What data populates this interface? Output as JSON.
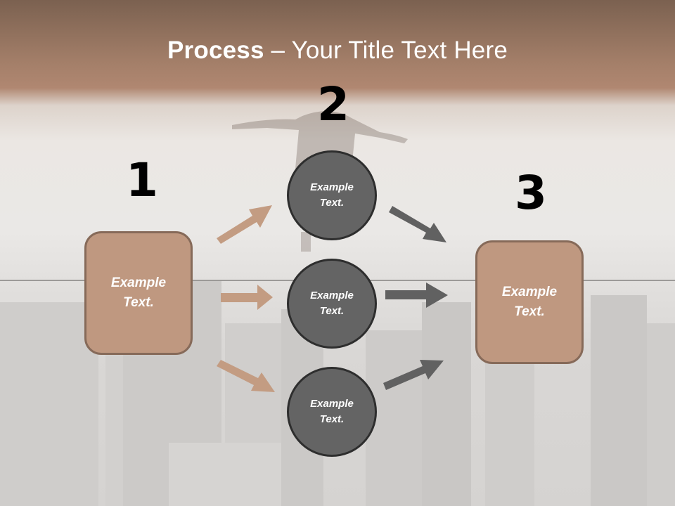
{
  "title": {
    "bold": "Process",
    "rest": " – Your Title Text Here"
  },
  "steps": [
    {
      "number": "1",
      "label_line1": "Example",
      "label_line2": "Text."
    },
    {
      "number": "2",
      "label_line1": "Example",
      "label_line2": "Text."
    },
    {
      "number": "3",
      "label_line1": "Example",
      "label_line2": "Text."
    }
  ],
  "circles": [
    {
      "label_line1": "Example",
      "label_line2": "Text."
    },
    {
      "label_line1": "Example",
      "label_line2": "Text."
    },
    {
      "label_line1": "Example",
      "label_line2": "Text."
    }
  ],
  "colors": {
    "box_fill": "#bf9880",
    "box_border": "#866a59",
    "circle_fill": "#646464",
    "circle_border": "#2e2e2e",
    "arrow_tan": "#c39c82",
    "arrow_gray": "#616161",
    "header_brown": "#a47f69"
  }
}
